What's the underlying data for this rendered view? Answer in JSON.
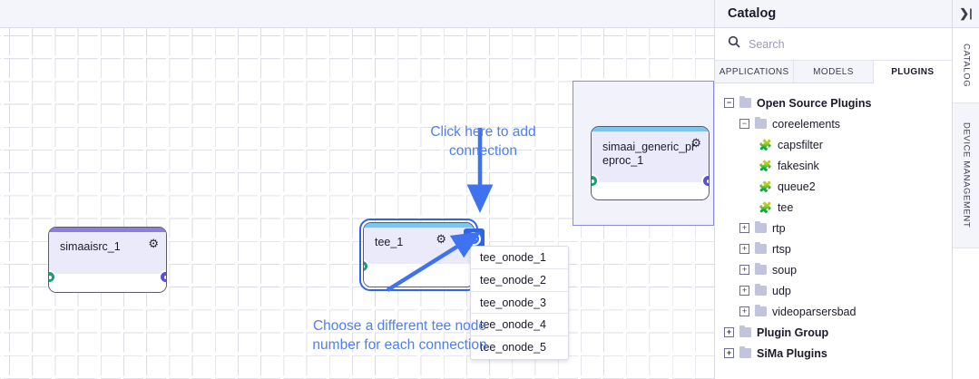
{
  "canvas": {
    "nodes": [
      {
        "id": "simaaisrc",
        "title": "simaaisrc_1",
        "gear": "⚙",
        "header_color": "#8b7ee0"
      },
      {
        "id": "tee",
        "title": "tee_1",
        "gear": "⚙",
        "header_color": "#7fc4ef"
      },
      {
        "id": "preproc",
        "title": "simaai_generic_preproc_1",
        "gear": "⚙",
        "header_color": "#7fc4ef"
      }
    ],
    "dropdown": {
      "options": [
        "tee_onode_1",
        "tee_onode_2",
        "tee_onode_3",
        "tee_onode_4",
        "tee_onode_5"
      ]
    },
    "annotations": {
      "top": "Click here to add connection",
      "bottom": "Choose a different tee node number for each connection",
      "color": "#4f7df3"
    }
  },
  "panel": {
    "title": "Catalog",
    "collapse_icon": "❯|",
    "search": {
      "value": "",
      "placeholder": "Search",
      "icon": "search-icon"
    },
    "tabs": [
      {
        "label": "APPLICATIONS",
        "active": false
      },
      {
        "label": "MODELS",
        "active": false
      },
      {
        "label": "PLUGINS",
        "active": true
      }
    ],
    "tree": [
      {
        "label": "Open Source Plugins",
        "level": 0,
        "type": "folder",
        "toggle": "−"
      },
      {
        "label": "coreelements",
        "level": 1,
        "type": "folder",
        "toggle": "−"
      },
      {
        "label": "capsfilter",
        "level": 2,
        "type": "plugin"
      },
      {
        "label": "fakesink",
        "level": 2,
        "type": "plugin"
      },
      {
        "label": "queue2",
        "level": 2,
        "type": "plugin"
      },
      {
        "label": "tee",
        "level": 2,
        "type": "plugin"
      },
      {
        "label": "rtp",
        "level": 1,
        "type": "folder",
        "toggle": "+"
      },
      {
        "label": "rtsp",
        "level": 1,
        "type": "folder",
        "toggle": "+"
      },
      {
        "label": "soup",
        "level": 1,
        "type": "folder",
        "toggle": "+"
      },
      {
        "label": "udp",
        "level": 1,
        "type": "folder",
        "toggle": "+"
      },
      {
        "label": "videoparsersbad",
        "level": 1,
        "type": "folder",
        "toggle": "+"
      },
      {
        "label": "Plugin Group",
        "level": 0,
        "type": "folder",
        "toggle": "+"
      },
      {
        "label": "SiMa Plugins",
        "level": 0,
        "type": "folder",
        "toggle": "+"
      }
    ]
  },
  "side_tabs": [
    {
      "label": "CATALOG",
      "active": true
    },
    {
      "label": "DEVICE MANAGEMENT",
      "active": false
    }
  ]
}
